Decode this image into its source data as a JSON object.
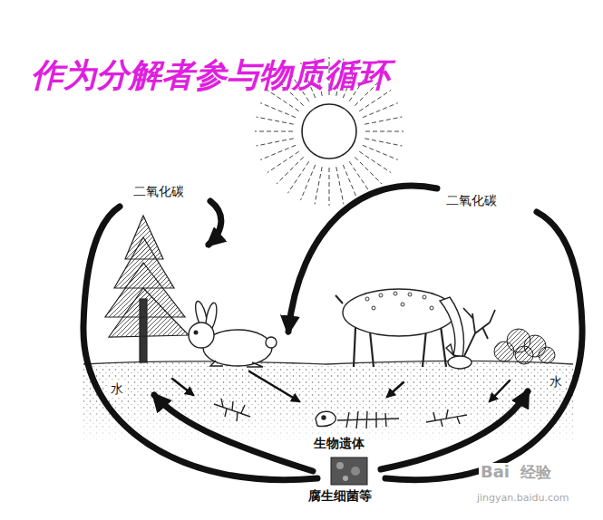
{
  "diagram": {
    "title": "作为分解者参与物质循环",
    "labels": [
      "二氧化碳",
      "二氧化碳",
      "水",
      "水",
      "生物遗体",
      "腐生细菌等",
      "Bai",
      "经验",
      "jingyan.baidu.com"
    ]
  }
}
